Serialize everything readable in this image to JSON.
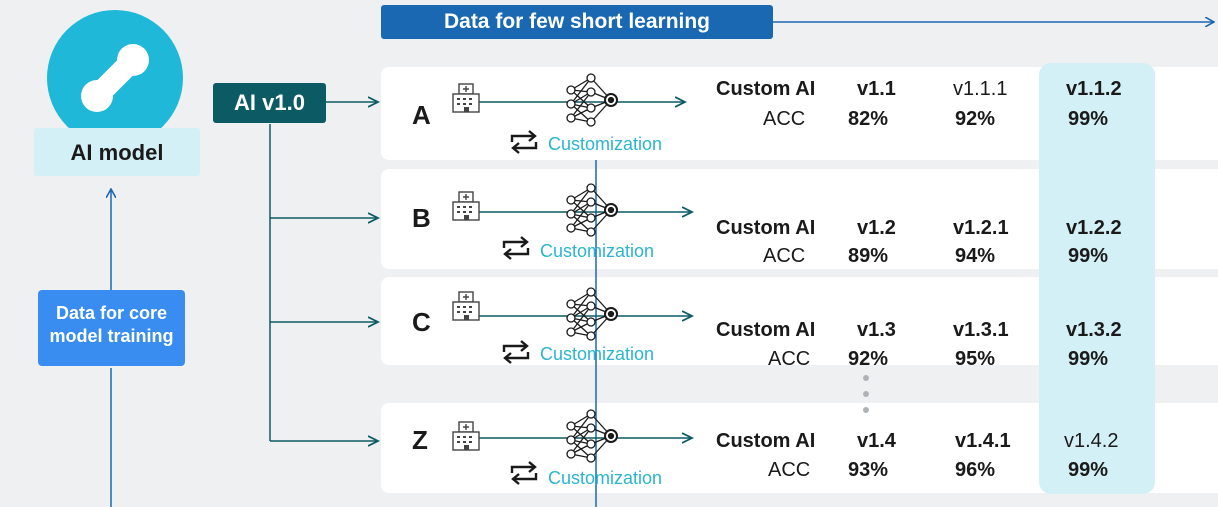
{
  "banner": "Data for few short learning",
  "base_model": {
    "label": "AI model"
  },
  "core_data": {
    "label_line1": "Data for core",
    "label_line2": "model training"
  },
  "version_tag": "AI v1.0",
  "customization_label": "Customization",
  "colors": {
    "blue": "#1a68b2",
    "cyan": "#1fb8d8",
    "teal": "#0c5a63",
    "highlight": "#d4f0f7"
  },
  "rows": [
    {
      "letter": "A",
      "custom": "Custom AI",
      "acc": "ACC",
      "v1": "v1.1",
      "a1": "82%",
      "v2": "v1.1.1",
      "a2": "92%",
      "v3": "v1.1.2",
      "a3": "99%"
    },
    {
      "letter": "B",
      "custom": "Custom AI",
      "acc": "ACC",
      "v1": "v1.2",
      "a1": "89%",
      "v2": "v1.2.1",
      "a2": "94%",
      "v3": "v1.2.2",
      "a3": "99%"
    },
    {
      "letter": "C",
      "custom": "Custom AI",
      "acc": "ACC",
      "v1": "v1.3",
      "a1": "92%",
      "v2": "v1.3.1",
      "a2": "95%",
      "v3": "v1.3.2",
      "a3": "99%"
    },
    {
      "letter": "Z",
      "custom": "Custom AI",
      "acc": "ACC",
      "v1": "v1.4",
      "a1": "93%",
      "v2": "v1.4.1",
      "a2": "96%",
      "v3": "v1.4.2",
      "a3": "99%"
    }
  ]
}
